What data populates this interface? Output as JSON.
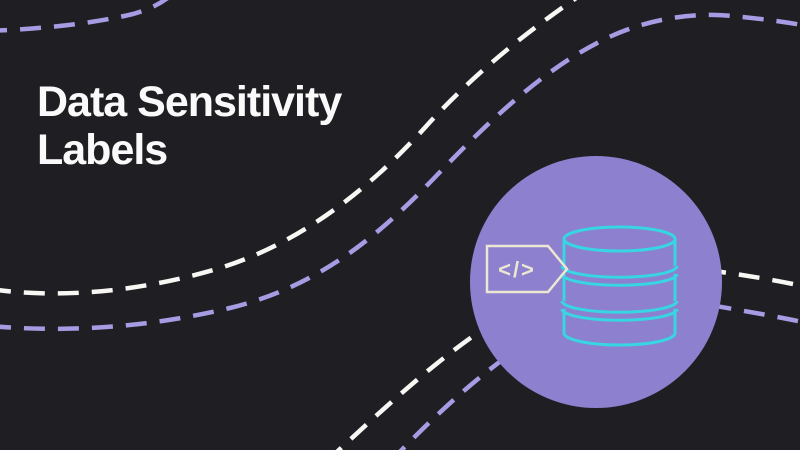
{
  "page": {
    "background_color": "#1f1f23"
  },
  "title": {
    "line1": "Data Sensitivity",
    "line2": "Labels",
    "color": "#fafafa"
  },
  "illustration": {
    "circle_icon": "purple-circle",
    "circle_color": "#8d80cf",
    "database": {
      "icon_name": "database-icon",
      "outline_color": "#38d5e3",
      "fill_color": "#0f1520"
    },
    "tag": {
      "icon_name": "code-tag-icon",
      "outline_color": "#ece7d2",
      "symbol": "</>"
    }
  },
  "decorative_lines": {
    "style": "dashed",
    "white_color": "#f8f7f4",
    "purple_color": "#a69ce4"
  }
}
